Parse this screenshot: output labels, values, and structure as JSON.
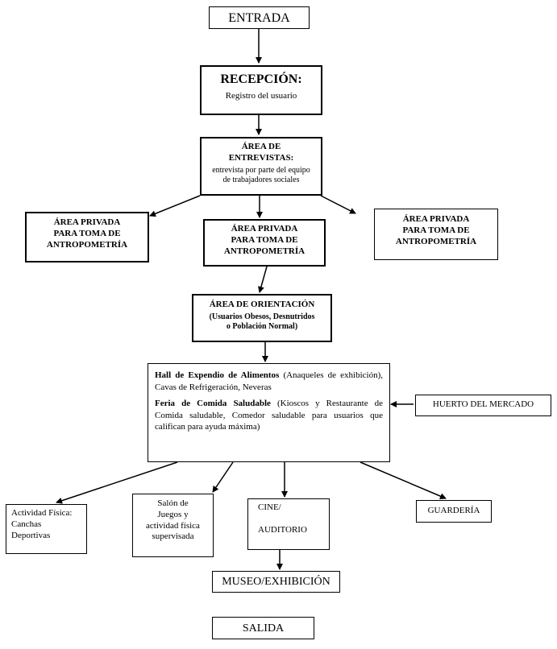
{
  "entrada": "ENTRADA",
  "recepcion": {
    "title": "RECEPCIÓN:",
    "subtitle": "Registro del usuario"
  },
  "entrevistas": {
    "title_line1": "ÁREA DE",
    "title_line2": "ENTREVISTAS:",
    "desc_line1": "entrevista por parte del equipo",
    "desc_line2": "de trabajadores  sociales"
  },
  "privada": {
    "left": [
      "ÁREA PRIVADA",
      "PARA TOMA DE",
      "ANTROPOMETRÍA"
    ],
    "center": [
      "ÁREA PRIVADA",
      "PARA TOMA DE",
      "ANTROPOMETRÍA"
    ],
    "right": [
      "ÁREA PRIVADA",
      "PARA TOMA DE",
      "ANTROPOMETRÍA"
    ]
  },
  "orientacion": {
    "title": "ÁREA DE ORIENTACIÓN",
    "line1": "(Usuarios Obesos, Desnutridos",
    "line2": "o Población Normal)"
  },
  "hall": {
    "p1_bold": "Hall de Expendio de Alimentos",
    "p1_rest": " (Anaqueles de exhibición), Cavas de Refrigeración, Neveras",
    "p2_bold": "Feria de Comida Saludable",
    "p2_rest": " (Kioscos y Restaurante de Comida saludable, Comedor saludable para usuarios que califican para ayuda máxima)"
  },
  "huerto": "HUERTO DEL MERCADO",
  "actividad": [
    "Actividad Física:",
    "Canchas",
    "Deportivas"
  ],
  "salon": [
    "Salón de",
    "Juegos y",
    "actividad física",
    "supervisada"
  ],
  "cine": {
    "line1": "CINE/",
    "line2": "AUDITORIO"
  },
  "guarderia": "GUARDERÍA",
  "museo": "MUSEO/EXHIBICIÓN",
  "salida": "SALIDA"
}
